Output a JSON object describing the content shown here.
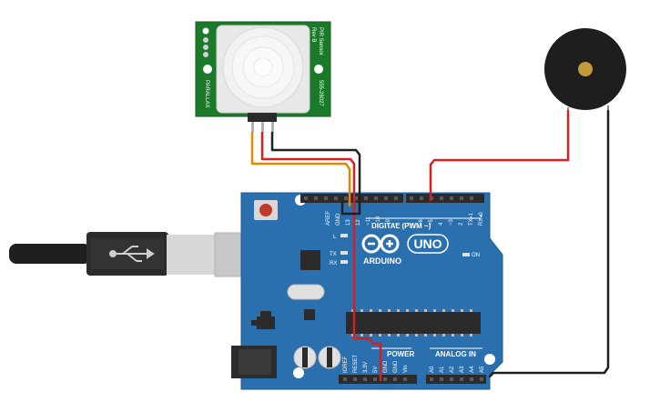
{
  "pir_sensor": {
    "title": "PIR Sensor",
    "rev": "Rev B",
    "part_number": "555-28027",
    "brand": "PARALLAX"
  },
  "arduino": {
    "model": "UNO",
    "brand": "ARDUINO",
    "digital_label": "DIGITAL (PWM ~)",
    "power_label": "POWER",
    "analog_label": "ANALOG IN",
    "on_label": "ON",
    "led_labels": [
      "L",
      "TX",
      "RX"
    ],
    "top_pins": [
      "AREF",
      "GND",
      "13",
      "12",
      "~11",
      "~10",
      "~9",
      "8",
      "7",
      "~6",
      "~5",
      "4",
      "~3",
      "2",
      "TX▸1",
      "RX◂0"
    ],
    "power_pins": [
      "IOREF",
      "RESET",
      "3.3V",
      "5V",
      "GND",
      "GND",
      "Vin"
    ],
    "analog_pins": [
      "A0",
      "A1",
      "A2",
      "A3",
      "A4",
      "A5"
    ]
  },
  "colors": {
    "board": "#2a6fae",
    "pir_pcb": "#1a7a2a",
    "wire_orange": "#e58a00",
    "wire_red": "#d42020",
    "wire_black": "#202020"
  }
}
